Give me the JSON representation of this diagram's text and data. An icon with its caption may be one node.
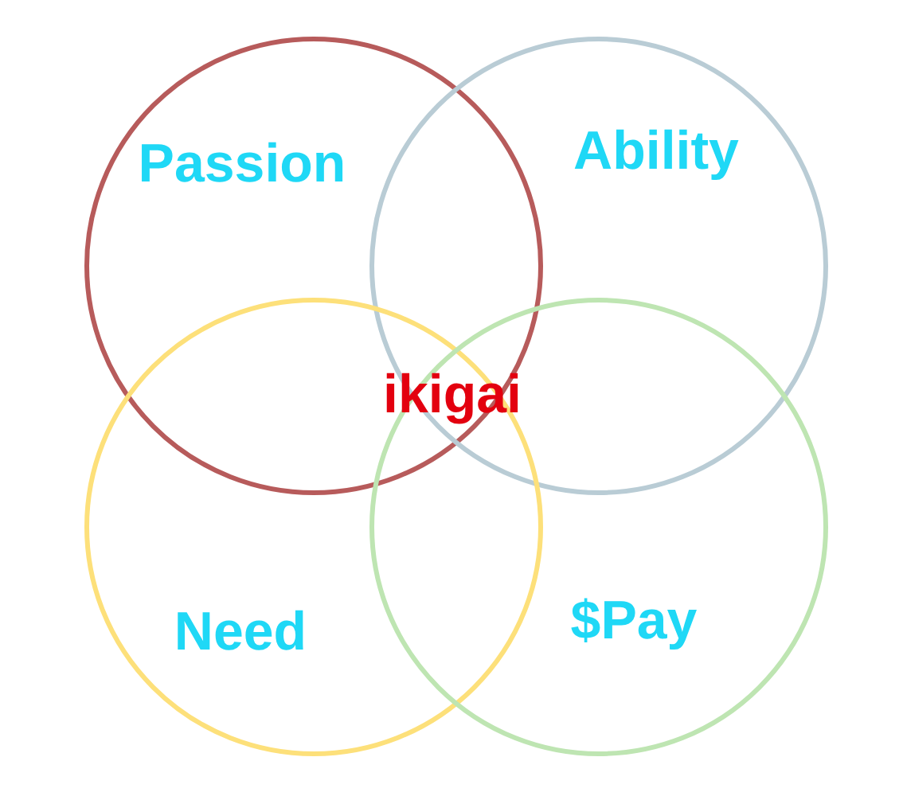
{
  "diagram": {
    "nodes": [
      {
        "text": [
          "Passion"
        ]
      },
      {
        "text": [
          "Ability"
        ]
      },
      {
        "text": [
          "Need"
        ]
      },
      {
        "text": [
          "$Pay"
        ]
      }
    ],
    "labels": [
      "ikigai"
    ]
  }
}
